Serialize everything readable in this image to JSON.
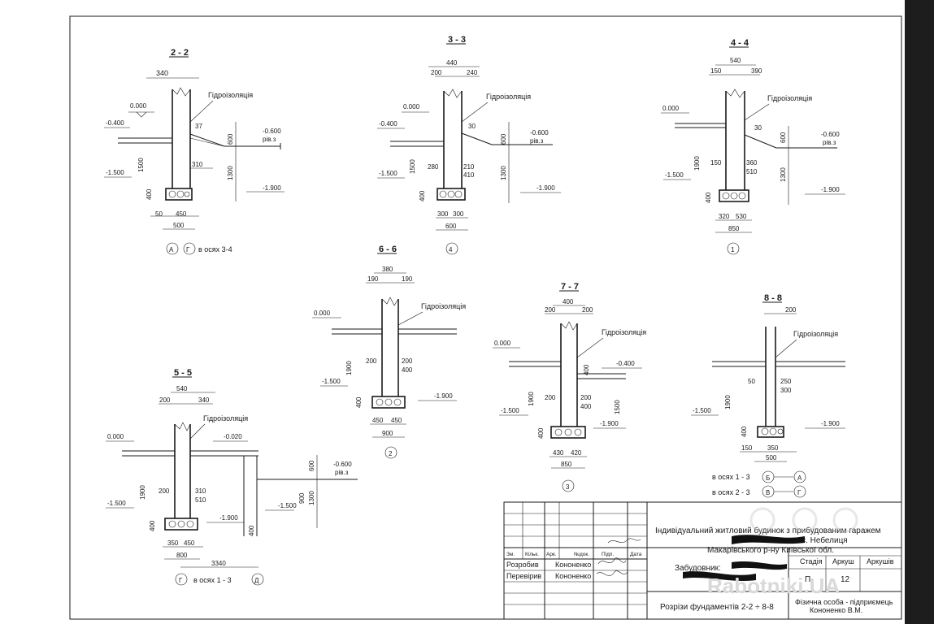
{
  "labels": {
    "waterproofing": "Гідроізоляція",
    "ground_level": "рів.з"
  },
  "sections": [
    {
      "id": "2-2",
      "title": "2 - 2",
      "dims": [
        "340",
        "37",
        "310",
        "600",
        "1500",
        "1300",
        "400",
        "50",
        "450",
        "500"
      ],
      "levels": [
        "0.000",
        "-0.400",
        "-0.600",
        "-1.500",
        "-1.900"
      ],
      "axes": [
        "А",
        "Г"
      ],
      "axes_text": "в осях 3-4"
    },
    {
      "id": "3-3",
      "title": "3 - 3",
      "dims": [
        "440",
        "200",
        "240",
        "30",
        "280",
        "210",
        "410",
        "600",
        "1500",
        "1300",
        "400",
        "300",
        "300",
        "600"
      ],
      "levels": [
        "0.000",
        "-0.400",
        "-0.600",
        "-1.500",
        "-1.900"
      ],
      "axes": [
        "4"
      ],
      "axes_text": ""
    },
    {
      "id": "4-4",
      "title": "4 - 4",
      "dims": [
        "540",
        "150",
        "390",
        "30",
        "150",
        "360",
        "510",
        "600",
        "1900",
        "1300",
        "400",
        "320",
        "530",
        "850"
      ],
      "levels": [
        "0.000",
        "-0.600",
        "-1.500",
        "-1.900"
      ],
      "axes": [
        "1"
      ],
      "axes_text": ""
    },
    {
      "id": "6-6",
      "title": "6 - 6",
      "dims": [
        "380",
        "190",
        "190",
        "200",
        "200",
        "400",
        "1900",
        "400",
        "450",
        "450",
        "900"
      ],
      "levels": [
        "0.000",
        "-1.500",
        "-1.900"
      ],
      "axes": [
        "2"
      ],
      "axes_text": ""
    },
    {
      "id": "7-7",
      "title": "7 - 7",
      "dims": [
        "400",
        "200",
        "200",
        "400",
        "200",
        "200",
        "400",
        "1900",
        "1500",
        "400",
        "430",
        "420",
        "850"
      ],
      "levels": [
        "0.000",
        "-0.400",
        "-1.500",
        "-1.900"
      ],
      "axes": [
        "3"
      ],
      "axes_text": ""
    },
    {
      "id": "8-8",
      "title": "8 - 8",
      "dims": [
        "200",
        "50",
        "250",
        "300",
        "1900",
        "400",
        "150",
        "350",
        "500"
      ],
      "levels": [
        "-1.500",
        "-1.900"
      ],
      "axes_rows": [
        {
          "text": "в осях 1 - 3",
          "from": "Б",
          "to": "А"
        },
        {
          "text": "в осях 2 - 3",
          "from": "В",
          "to": "Г"
        }
      ]
    },
    {
      "id": "5-5",
      "title": "5 - 5",
      "dims": [
        "540",
        "200",
        "340",
        "200",
        "310",
        "510",
        "1900",
        "400",
        "350",
        "450",
        "800",
        "3340",
        "600",
        "900",
        "1300",
        "400"
      ],
      "levels": [
        "0.000",
        "-0.020",
        "-0.600",
        "-1.500",
        "-1.900",
        "-1.500"
      ],
      "axes": [
        "Г",
        "Д"
      ],
      "axes_text": "в осях 1 - 3"
    }
  ],
  "title_block": {
    "project_title": "Індивідуальний житловий будинок з прибудованим гаражем",
    "location_1": "в с. Небелиця",
    "location_2": "Макарівського р-ну Київської обл.",
    "customer_label": "Забудовник:",
    "sheet_title": "Розрізи фундаментів  2-2 ÷ 8-8",
    "company_1": "Фізична особа - підприємець",
    "company_2": "Кононенко В.М.",
    "header_cols": [
      "Зм.",
      "Кільк.",
      "Арк.",
      "№док.",
      "Підп.",
      "Дата"
    ],
    "rows": [
      {
        "role": "Розробив",
        "name": "Кононенко"
      },
      {
        "role": "Перевірив",
        "name": "Кононенко"
      }
    ],
    "stage_headers": [
      "Стадія",
      "Аркуш",
      "Аркушів"
    ],
    "stage_values": [
      "П",
      "12",
      ""
    ]
  },
  "watermark": "Rabotniki.UA"
}
